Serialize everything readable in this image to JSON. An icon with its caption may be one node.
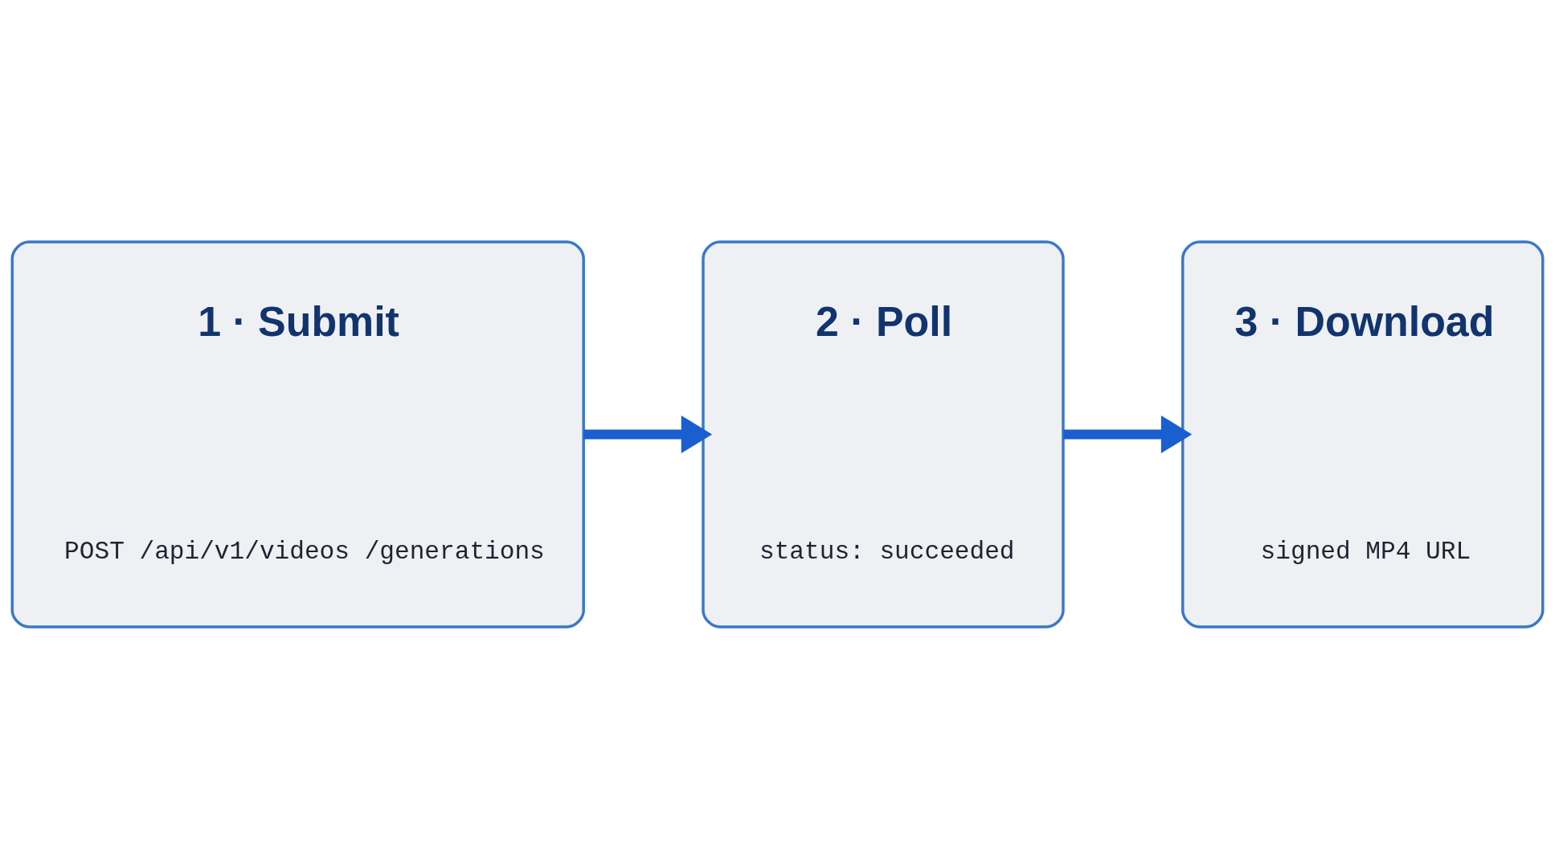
{
  "diagram": {
    "nodes": [
      {
        "text": [
          "1 · Submit",
          "POST /api/v1/videos /generations"
        ]
      },
      {
        "text": [
          "2 · Poll",
          "status: succeeded"
        ]
      },
      {
        "text": [
          "3 · Download",
          "signed MP4 URL"
        ]
      }
    ],
    "edges": [
      {
        "from": 0,
        "to": 1,
        "arrow": "to"
      },
      {
        "from": 1,
        "to": 2,
        "arrow": "to"
      }
    ]
  }
}
